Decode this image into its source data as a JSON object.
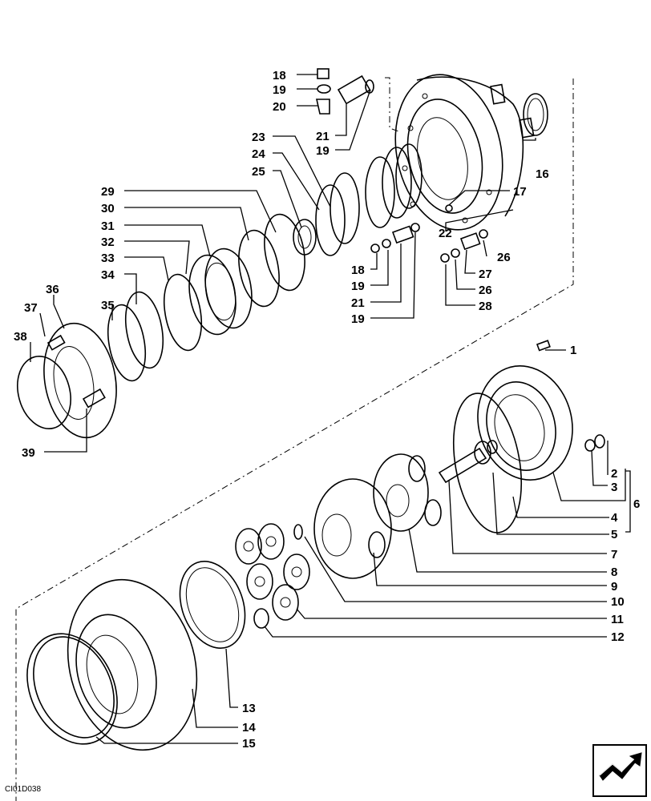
{
  "drawing": {
    "code": "CI01D038",
    "nav_icon": "next-page-arrow-icon"
  },
  "callouts": [
    {
      "id": "c1",
      "text": "1"
    },
    {
      "id": "c2",
      "text": "2"
    },
    {
      "id": "c3",
      "text": "3"
    },
    {
      "id": "c4",
      "text": "4"
    },
    {
      "id": "c5",
      "text": "5"
    },
    {
      "id": "c6",
      "text": "6"
    },
    {
      "id": "c7",
      "text": "7"
    },
    {
      "id": "c8",
      "text": "8"
    },
    {
      "id": "c9",
      "text": "9"
    },
    {
      "id": "c10",
      "text": "10"
    },
    {
      "id": "c11",
      "text": "11"
    },
    {
      "id": "c12",
      "text": "12"
    },
    {
      "id": "c13",
      "text": "13"
    },
    {
      "id": "c14",
      "text": "14"
    },
    {
      "id": "c15",
      "text": "15"
    },
    {
      "id": "c16",
      "text": "16"
    },
    {
      "id": "c17",
      "text": "17"
    },
    {
      "id": "c18a",
      "text": "18"
    },
    {
      "id": "c19a",
      "text": "19"
    },
    {
      "id": "c20",
      "text": "20"
    },
    {
      "id": "c21a",
      "text": "21"
    },
    {
      "id": "c19b",
      "text": "19"
    },
    {
      "id": "c23",
      "text": "23"
    },
    {
      "id": "c24",
      "text": "24"
    },
    {
      "id": "c25",
      "text": "25"
    },
    {
      "id": "c29",
      "text": "29"
    },
    {
      "id": "c30",
      "text": "30"
    },
    {
      "id": "c31",
      "text": "31"
    },
    {
      "id": "c32",
      "text": "32"
    },
    {
      "id": "c33",
      "text": "33"
    },
    {
      "id": "c34",
      "text": "34"
    },
    {
      "id": "c35",
      "text": "35"
    },
    {
      "id": "c36",
      "text": "36"
    },
    {
      "id": "c37",
      "text": "37"
    },
    {
      "id": "c38",
      "text": "38"
    },
    {
      "id": "c39",
      "text": "39"
    },
    {
      "id": "c22",
      "text": "22"
    },
    {
      "id": "c26a",
      "text": "26"
    },
    {
      "id": "c27",
      "text": "27"
    },
    {
      "id": "c26b",
      "text": "26"
    },
    {
      "id": "c28",
      "text": "28"
    },
    {
      "id": "c18b",
      "text": "18"
    },
    {
      "id": "c19c",
      "text": "19"
    },
    {
      "id": "c21b",
      "text": "21"
    },
    {
      "id": "c19d",
      "text": "19"
    }
  ]
}
